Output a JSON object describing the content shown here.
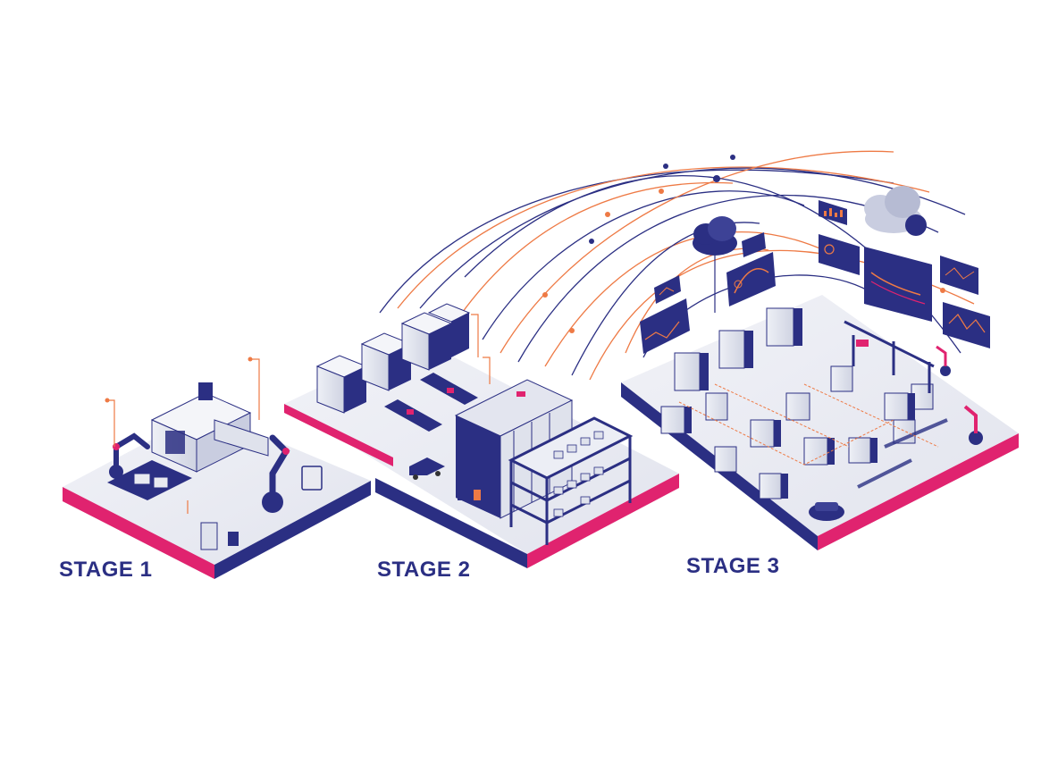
{
  "stages": [
    {
      "label": "STAGE 1"
    },
    {
      "label": "STAGE 2"
    },
    {
      "label": "STAGE 3"
    }
  ],
  "colors": {
    "navy": "#2b2f83",
    "pink": "#e0236f",
    "orange": "#ee7a45",
    "platform_top": "#e9eaf1",
    "machine_light": "#dfe2ec",
    "label": "#2b2f83"
  },
  "icons": [
    "robot-arm-icon",
    "cnc-machine-icon",
    "conveyor-icon",
    "forklift-icon",
    "truck-icon",
    "shelf-rack-icon",
    "cloud-icon",
    "dashboard-screen-icon"
  ]
}
